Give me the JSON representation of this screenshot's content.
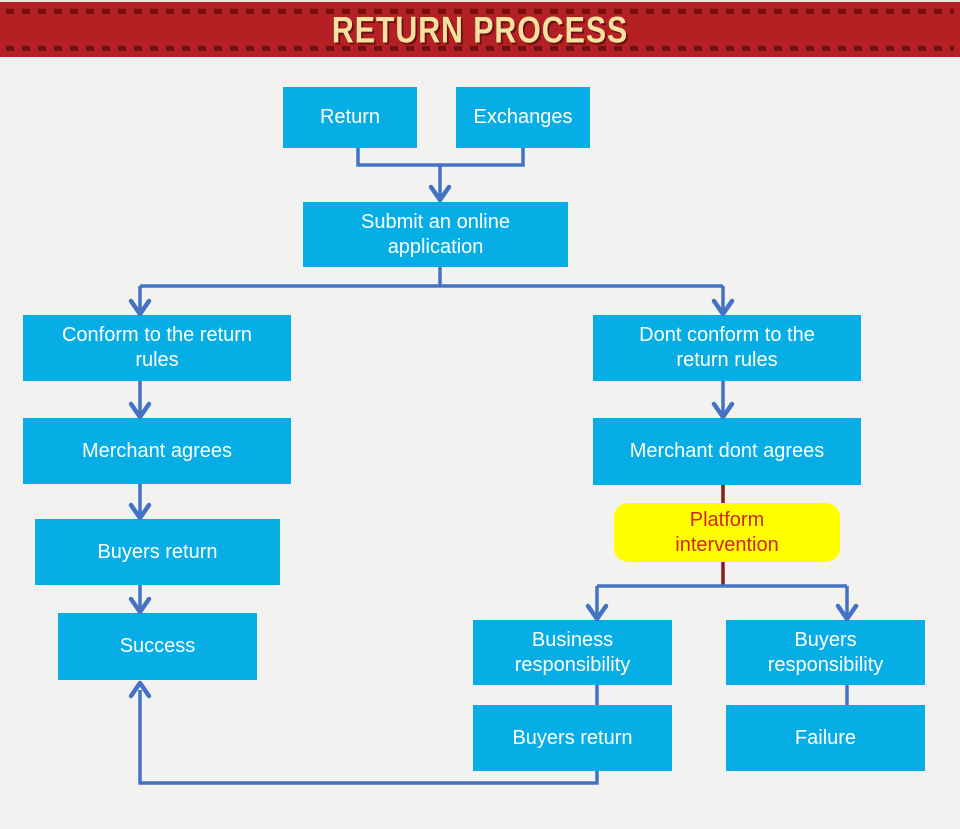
{
  "header": {
    "title": "RETURN PROCESS"
  },
  "colors": {
    "banner_bg": "#B52025",
    "banner_dash": "#701013",
    "banner_title": "#F4E2A0",
    "node_fill": "#06AEE5",
    "node_text": "#FFFFFF",
    "highlight_fill": "#FFFF00",
    "highlight_text": "#D3251C",
    "connector_blue": "#4573C4",
    "connector_red": "#8E1B1B",
    "page_bg": "#F2F2F1"
  },
  "flowchart": {
    "nodes": [
      {
        "id": "return",
        "label": "Return"
      },
      {
        "id": "exchanges",
        "label": "Exchanges"
      },
      {
        "id": "submit",
        "label": "Submit an online application"
      },
      {
        "id": "conform",
        "label": "Conform to the return rules"
      },
      {
        "id": "dont-conform",
        "label": "Dont conform to the return rules"
      },
      {
        "id": "merchant-agrees",
        "label": "Merchant agrees"
      },
      {
        "id": "merchant-dont-agrees",
        "label": "Merchant dont agrees"
      },
      {
        "id": "platform-intervention",
        "label": "Platform intervention"
      },
      {
        "id": "buyers-return",
        "label": "Buyers return"
      },
      {
        "id": "success",
        "label": "Success"
      },
      {
        "id": "business-responsibility",
        "label": "Business responsibility"
      },
      {
        "id": "buyers-responsibility",
        "label": "Buyers responsibility"
      },
      {
        "id": "buyers-return-2",
        "label": "Buyers return"
      },
      {
        "id": "failure",
        "label": "Failure"
      }
    ],
    "edges": [
      {
        "from": "return",
        "to": "submit"
      },
      {
        "from": "exchanges",
        "to": "submit"
      },
      {
        "from": "submit",
        "to": "conform"
      },
      {
        "from": "submit",
        "to": "dont-conform"
      },
      {
        "from": "conform",
        "to": "merchant-agrees"
      },
      {
        "from": "merchant-agrees",
        "to": "buyers-return"
      },
      {
        "from": "buyers-return",
        "to": "success"
      },
      {
        "from": "dont-conform",
        "to": "merchant-dont-agrees"
      },
      {
        "from": "merchant-dont-agrees",
        "to": "platform-intervention"
      },
      {
        "from": "platform-intervention",
        "to": "business-responsibility"
      },
      {
        "from": "platform-intervention",
        "to": "buyers-responsibility"
      },
      {
        "from": "business-responsibility",
        "to": "buyers-return-2"
      },
      {
        "from": "buyers-responsibility",
        "to": "failure"
      },
      {
        "from": "buyers-return-2",
        "to": "success"
      }
    ]
  }
}
